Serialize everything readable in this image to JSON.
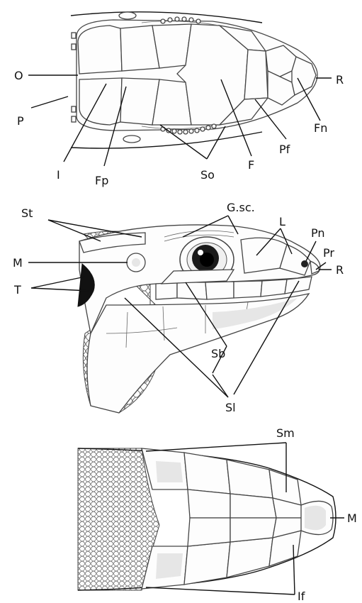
{
  "labels": {
    "dorsal": {
      "O": "O",
      "P": "P",
      "I": "I",
      "Fp": "Fp",
      "So": "So",
      "F": "F",
      "Pf": "Pf",
      "Fn": "Fn",
      "R": "R"
    },
    "lateral": {
      "St": "St",
      "G_sc": "G.sc.",
      "L": "L",
      "Pn": "Pn",
      "Pr": "Pr",
      "M": "M",
      "T": "T",
      "R": "R",
      "Sb": "Sb",
      "Sl": "Sl"
    },
    "ventral": {
      "Sm": "Sm",
      "M": "M",
      "If": "If"
    }
  }
}
